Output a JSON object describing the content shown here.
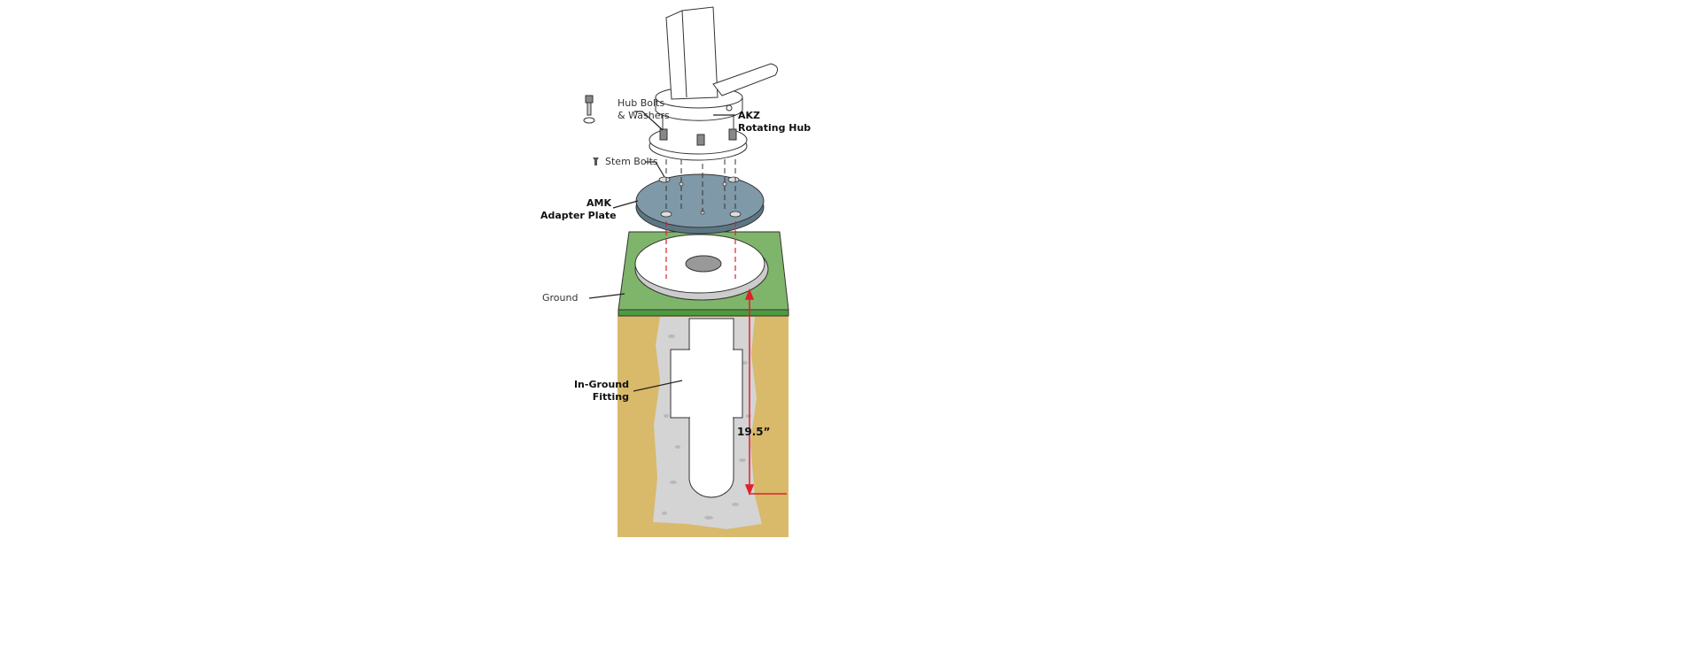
{
  "labels": {
    "hub_bolts_1": "Hub Bolts",
    "hub_bolts_2": "& Washers",
    "akz_1": "AKZ",
    "akz_2": "Rotating Hub",
    "stem_bolts": "Stem Bolts",
    "amk_1": "AMK",
    "amk_2": "Adapter Plate",
    "ground": "Ground",
    "fitting_1": "In-Ground",
    "fitting_2": "Fitting",
    "dimension": "19.5”"
  },
  "colors": {
    "ground": "#7fb56b",
    "soil": "#d9b96a",
    "concrete": "#d6d6d6",
    "adapter_plate": "#7f99a8",
    "dimension": "#e0202a"
  }
}
